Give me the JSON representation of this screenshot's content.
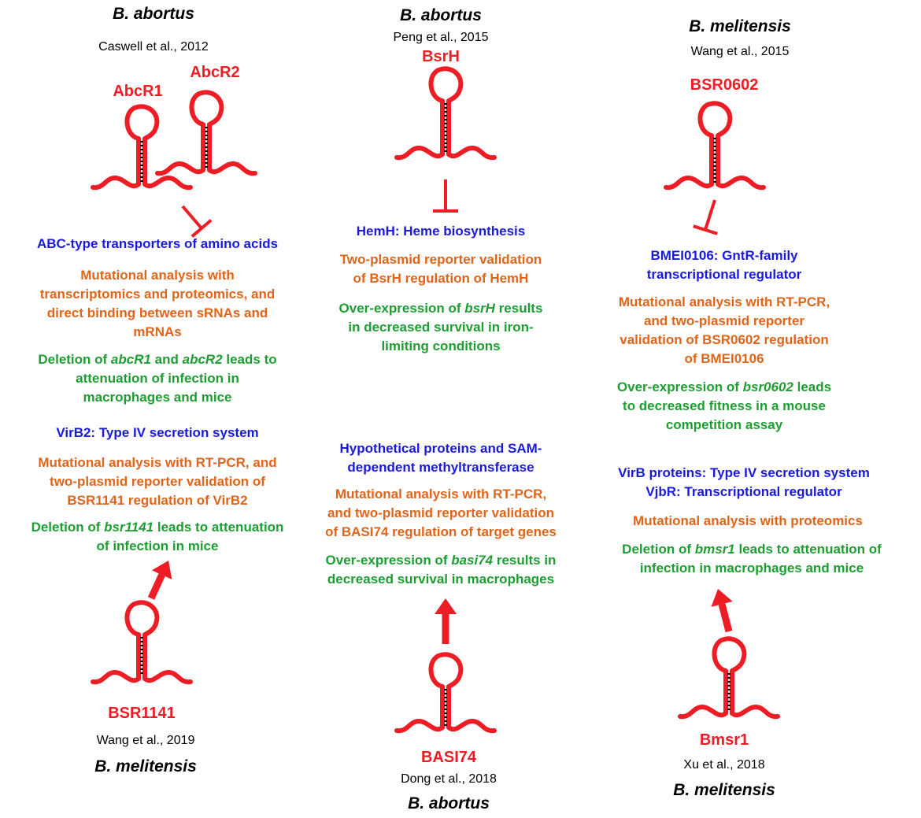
{
  "colors": {
    "srna": "#ee1c24",
    "target": "#1a1adb",
    "method": "#e0641a",
    "phenotype": "#1e9e32",
    "stem": "#000000"
  },
  "col1": {
    "species": "B. abortus",
    "citation": "Caswell et al., 2012",
    "srna_a": "AbcR1",
    "srna_b": "AbcR2",
    "target": "ABC-type transporters of amino acids",
    "method": [
      "Mutational analysis with",
      "transcriptomics and proteomics, and",
      "direct binding between sRNAs and",
      "mRNAs"
    ],
    "phenotype": [
      {
        "pre": "Deletion of ",
        "it": "abcR1",
        "mid": " and ",
        "it2": "abcR2",
        "post": " leads to"
      },
      {
        "pre": "attenuation of infection in"
      },
      {
        "pre": "macrophages and mice"
      }
    ],
    "target2": "VirB2: Type IV secretion system",
    "method2": [
      "Mutational analysis with RT-PCR, and",
      "two-plasmid reporter validation of",
      "BSR1141 regulation of VirB2"
    ],
    "phenotype2": [
      {
        "pre": "Deletion of ",
        "it": "bsr1141",
        "post": " leads to attenuation"
      },
      {
        "pre": "of infection in mice"
      }
    ],
    "srna2": "BSR1141",
    "citation2": "Wang et al., 2019",
    "species2": "B. melitensis"
  },
  "col2": {
    "species": "B. abortus",
    "citation": "Peng et al., 2015",
    "srna": "BsrH",
    "target": "HemH: Heme biosynthesis",
    "method": [
      "Two-plasmid reporter validation",
      "of BsrH regulation of HemH"
    ],
    "phenotype": [
      {
        "pre": "Over-expression of ",
        "it": "bsrH",
        "post": " results"
      },
      {
        "pre": "in decreased survival in iron-"
      },
      {
        "pre": "limiting conditions"
      }
    ],
    "target2": [
      "Hypothetical proteins and SAM-",
      "dependent methyltransferase"
    ],
    "method2": [
      "Mutational analysis with RT-PCR,",
      "and two-plasmid reporter validation",
      "of BASI74 regulation of target genes"
    ],
    "phenotype2": [
      {
        "pre": "Over-expression of ",
        "it": "basi74",
        "post": " results in"
      },
      {
        "pre": "decreased survival in macrophages"
      }
    ],
    "srna2": "BASI74",
    "citation2": "Dong et al., 2018",
    "species2": "B. abortus"
  },
  "col3": {
    "species": "B. melitensis",
    "citation": "Wang et al., 2015",
    "srna": "BSR0602",
    "target": [
      "BMEI0106: GntR-family",
      "transcriptional regulator"
    ],
    "method": [
      "Mutational analysis with RT-PCR,",
      "and two-plasmid reporter",
      "validation of BSR0602 regulation",
      "of BMEI0106"
    ],
    "phenotype": [
      {
        "pre": "Over-expression of ",
        "it": "bsr0602",
        "post": " leads"
      },
      {
        "pre": "to decreased fitness in a mouse"
      },
      {
        "pre": "competition assay"
      }
    ],
    "target2": [
      "VirB proteins: Type IV secretion system",
      "VjbR: Transcriptional regulator"
    ],
    "method2": [
      "Mutational analysis with proteomics"
    ],
    "phenotype2": [
      {
        "pre": "Deletion of ",
        "it": "bmsr1",
        "post": " leads to attenuation of"
      },
      {
        "pre": "infection in macrophages and mice"
      }
    ],
    "srna2": "Bmsr1",
    "citation2": "Xu et al., 2018",
    "species2": "B. melitensis"
  }
}
